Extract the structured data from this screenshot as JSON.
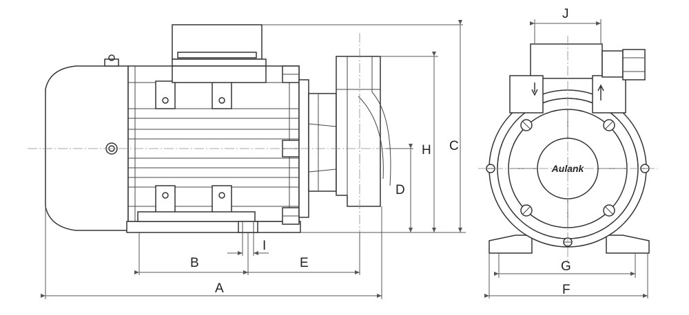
{
  "brand": "Aulank",
  "dimensions": {
    "A": "A",
    "B": "B",
    "C": "C",
    "D": "D",
    "E": "E",
    "F": "F",
    "G": "G",
    "H": "H",
    "I": "I",
    "J": "J"
  }
}
